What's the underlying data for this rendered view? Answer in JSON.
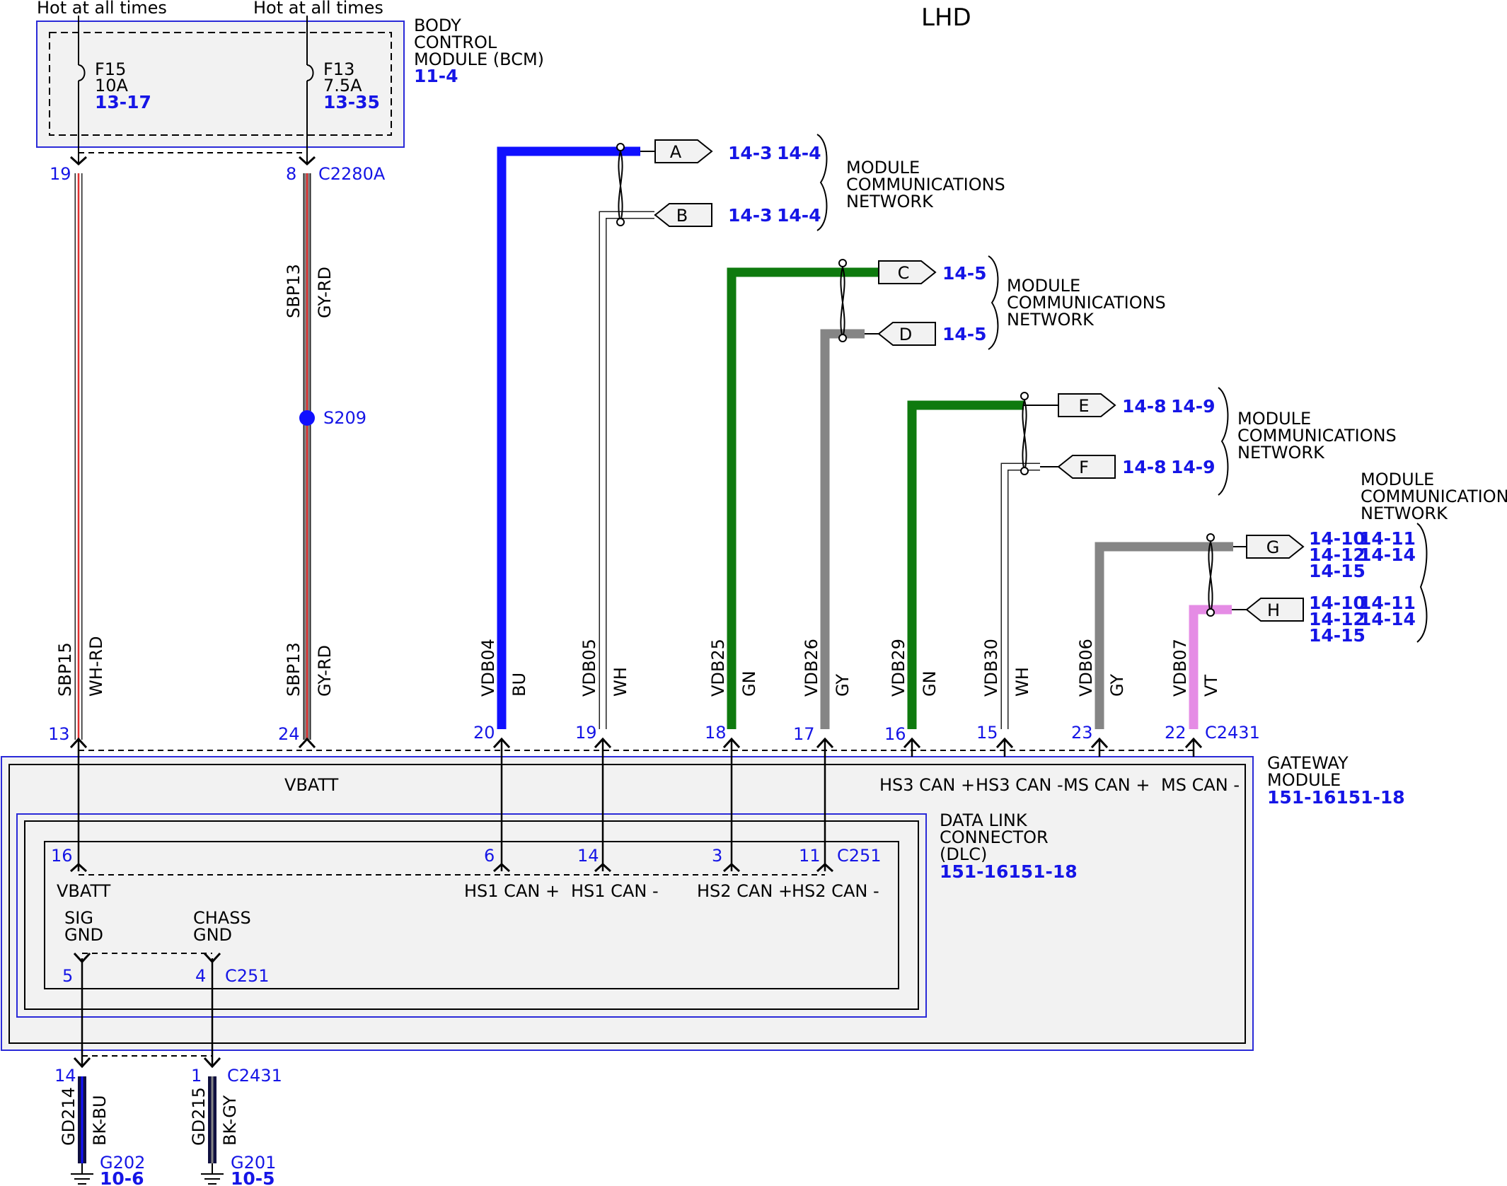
{
  "title": "LHD",
  "hot": [
    "Hot at all times",
    "Hot at all times"
  ],
  "colors": {
    "BU": "#1010ff",
    "GN": "#0e7a0e",
    "GY": "#858585",
    "WH": "#ffffff",
    "VT": "#e58ce5",
    "RD": "#e03030",
    "BK": "#101040",
    "blue_text": "#1515e6",
    "panel": "#f2f2f2"
  },
  "bcm": {
    "label": [
      "BODY",
      "CONTROL",
      "MODULE (BCM)"
    ],
    "ref": "11-4",
    "fuses": [
      {
        "name": "F15",
        "rating": "10A",
        "ref": "13-17"
      },
      {
        "name": "F13",
        "rating": "7.5A",
        "ref": "13-35"
      }
    ],
    "pins": [
      "19",
      "8"
    ],
    "connector": "C2280A"
  },
  "splice": {
    "name": "S209"
  },
  "power_wires": [
    {
      "circuit": "SBP15",
      "color": "WH-RD",
      "pin_gw": "13"
    },
    {
      "circuit": "SBP13",
      "color": "GY-RD",
      "pin_gw": "24"
    }
  ],
  "upper_wire_label": {
    "circuit": "SBP13",
    "color": "GY-RD"
  },
  "net_wires": [
    {
      "circuit": "VDB04",
      "color": "BU",
      "pin": "20"
    },
    {
      "circuit": "VDB05",
      "color": "WH",
      "pin": "19"
    },
    {
      "circuit": "VDB25",
      "color": "GN",
      "pin": "18"
    },
    {
      "circuit": "VDB26",
      "color": "GY",
      "pin": "17"
    },
    {
      "circuit": "VDB29",
      "color": "GN",
      "pin": "16"
    },
    {
      "circuit": "VDB30",
      "color": "WH",
      "pin": "15"
    },
    {
      "circuit": "VDB06",
      "color": "GY",
      "pin": "23"
    },
    {
      "circuit": "VDB07",
      "color": "VT",
      "pin": "22"
    }
  ],
  "gateway_connector": "C2431",
  "connectors": [
    {
      "id": "A",
      "refs": [
        "14-3",
        "14-4"
      ]
    },
    {
      "id": "B",
      "refs": [
        "14-3",
        "14-4"
      ]
    },
    {
      "id": "C",
      "refs": [
        "14-5"
      ]
    },
    {
      "id": "D",
      "refs": [
        "14-5"
      ]
    },
    {
      "id": "E",
      "refs": [
        "14-8",
        "14-9"
      ]
    },
    {
      "id": "F",
      "refs": [
        "14-8",
        "14-9"
      ]
    },
    {
      "id": "G",
      "refs": [
        "14-10",
        "14-11",
        "14-12",
        "14-14",
        "14-15"
      ]
    },
    {
      "id": "H",
      "refs": [
        "14-10",
        "14-11",
        "14-12",
        "14-14",
        "14-15"
      ]
    }
  ],
  "network_label": [
    "MODULE",
    "COMMUNICATIONS",
    "NETWORK"
  ],
  "gateway": {
    "label": [
      "GATEWAY",
      "MODULE"
    ],
    "ref": "151-16151-18",
    "pin_labels": [
      "VBATT",
      "HS3 CAN +",
      "HS3 CAN -",
      "MS CAN +",
      "MS CAN -"
    ]
  },
  "dlc": {
    "label": [
      "DATA LINK",
      "CONNECTOR",
      "(DLC)"
    ],
    "ref": "151-16151-18",
    "connector": "C251",
    "pins": [
      "16",
      "6",
      "14",
      "3",
      "11"
    ],
    "pin_labels": [
      "VBATT",
      "HS1 CAN +",
      "HS1 CAN -",
      "HS2 CAN +",
      "HS2 CAN -"
    ],
    "gnd_labels": [
      [
        "SIG",
        "GND"
      ],
      [
        "CHASS",
        "GND"
      ]
    ],
    "gnd_pins": [
      "5",
      "4"
    ]
  },
  "grounds": {
    "connector": "C2431",
    "pins": [
      "14",
      "1"
    ],
    "wires": [
      {
        "circuit": "GD214",
        "color": "BK-BU",
        "ground": "G202",
        "ref": "10-6"
      },
      {
        "circuit": "GD215",
        "color": "BK-GY",
        "ground": "G201",
        "ref": "10-5"
      }
    ]
  }
}
